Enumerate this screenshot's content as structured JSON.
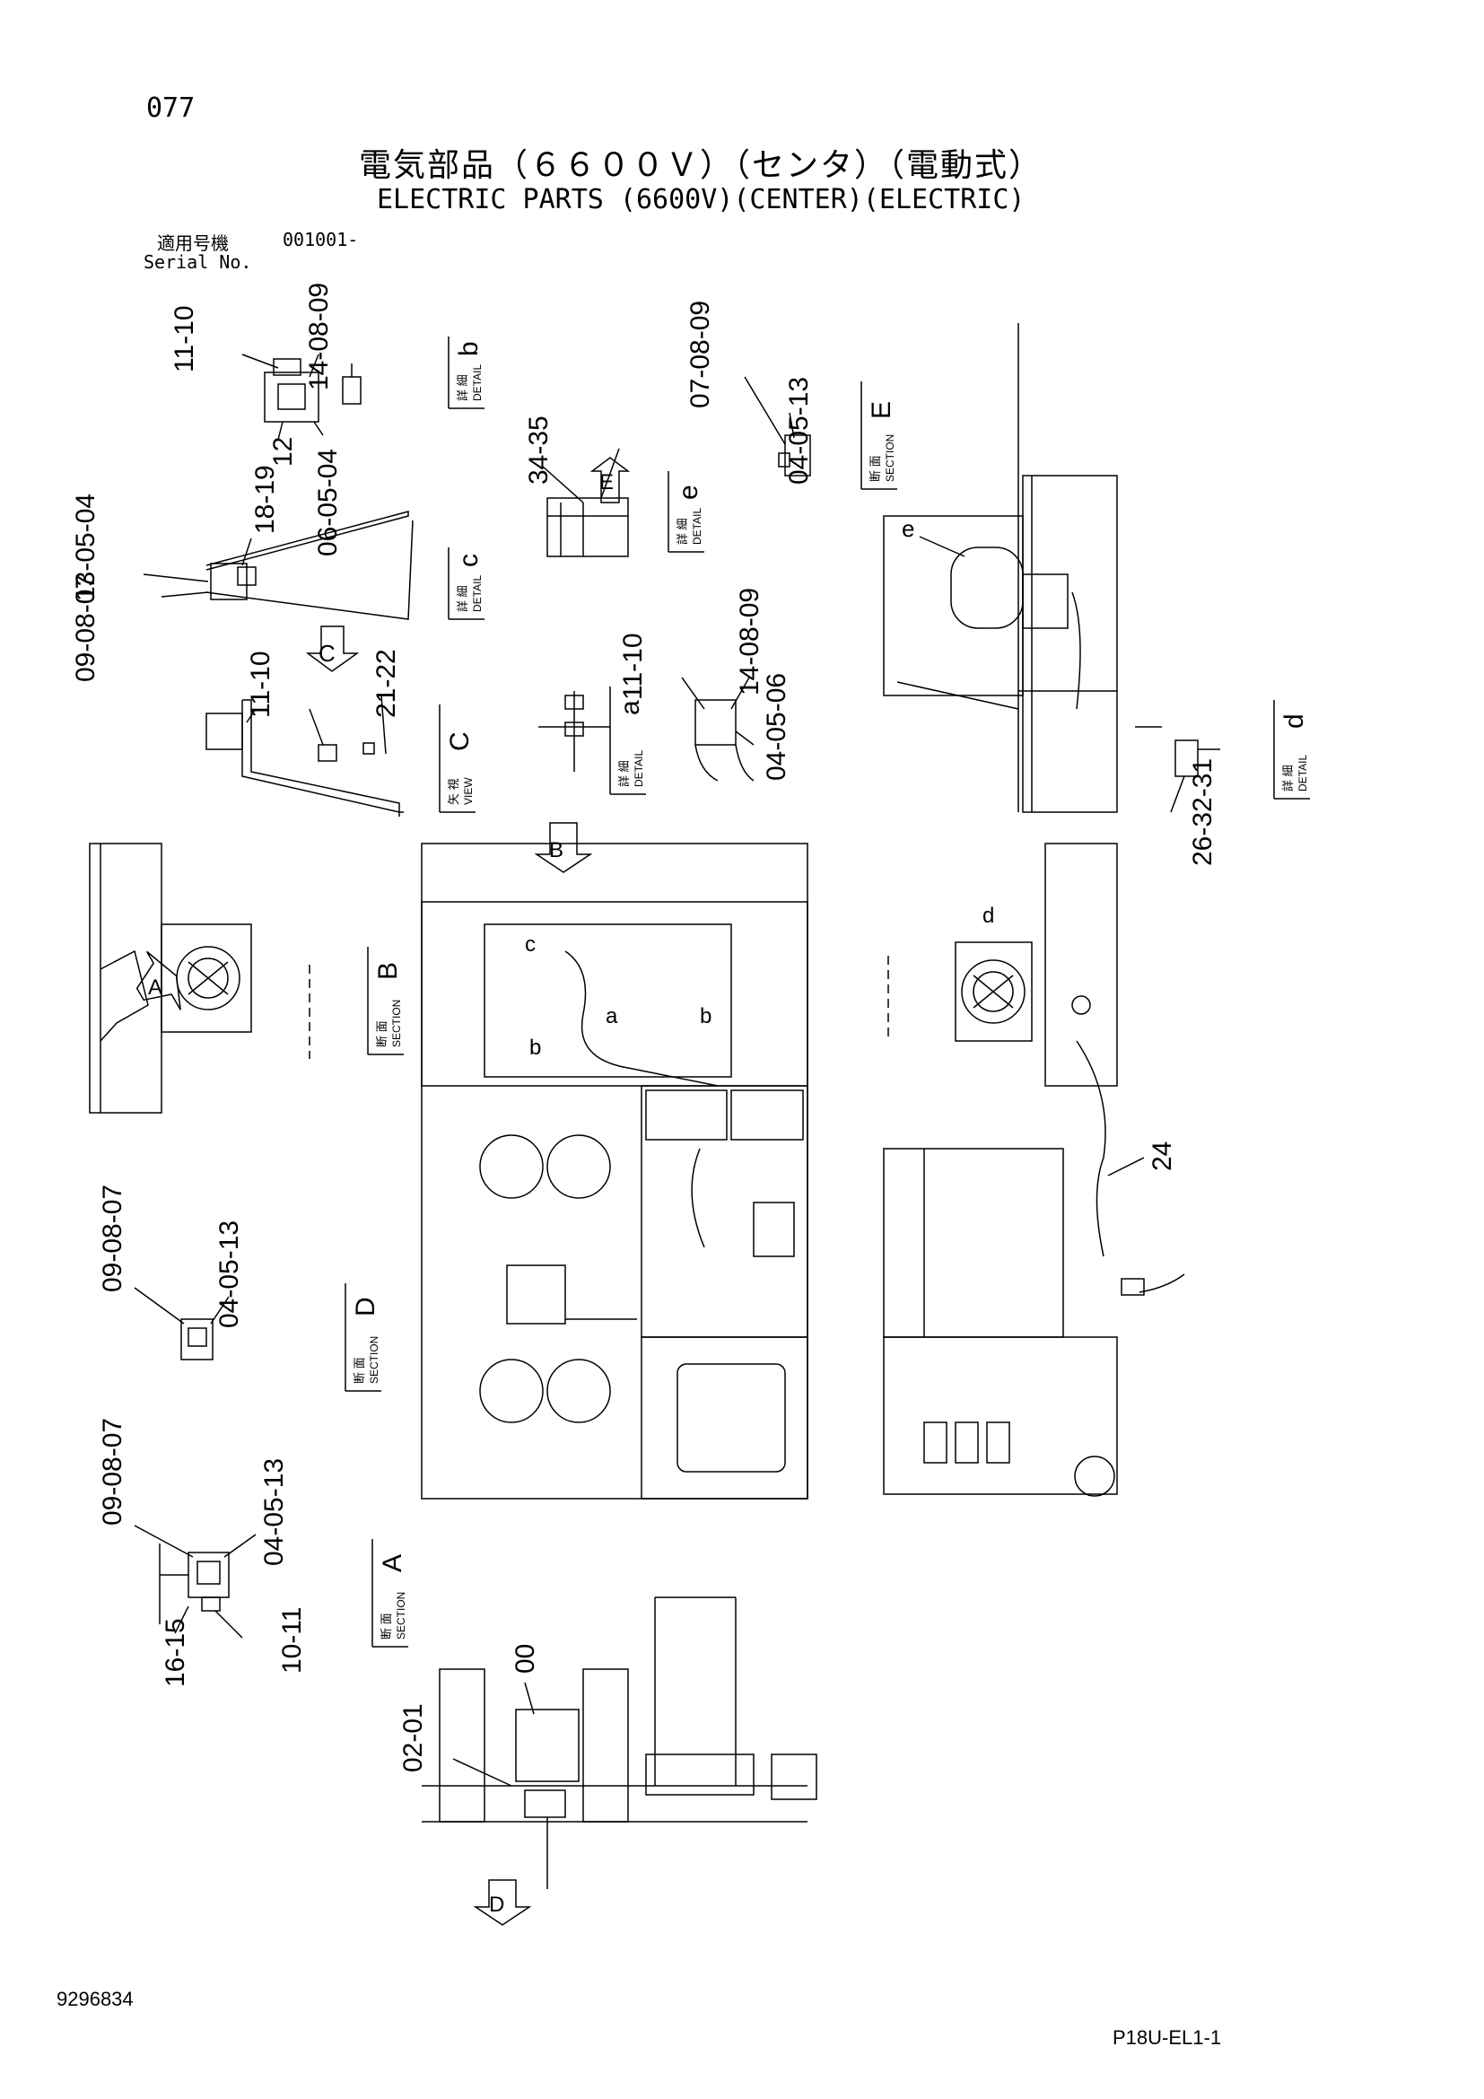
{
  "header": {
    "page_number": "077",
    "title_jp": "電気部品（６６００Ｖ）（センタ）（電動式）",
    "title_en": "ELECTRIC PARTS (6600V)(CENTER)(ELECTRIC)",
    "serial_label_jp": "適用号機",
    "serial_value": "001001-",
    "serial_label_en": "Serial No."
  },
  "footer": {
    "drawing_number": "9296834",
    "sheet_code": "P18U-EL1-1"
  },
  "views": {
    "detail_b": {
      "jp": "詳 細",
      "en": "DETAIL",
      "letter": "b"
    },
    "detail_c": {
      "jp": "詳 細",
      "en": "DETAIL",
      "letter": "c"
    },
    "detail_e": {
      "jp": "詳 細",
      "en": "DETAIL",
      "letter": "e"
    },
    "section_E": {
      "jp": "断 面",
      "en": "SECTION",
      "letter": "E"
    },
    "view_C": {
      "jp": "矢 視",
      "en": "VIEW",
      "letter": "C"
    },
    "detail_a": {
      "jp": "詳 細",
      "en": "DETAIL",
      "letter": "a"
    },
    "detail_d": {
      "jp": "詳 細",
      "en": "DETAIL",
      "letter": "d"
    },
    "section_B": {
      "jp": "断 面",
      "en": "SECTION",
      "letter": "B"
    },
    "section_D": {
      "jp": "断 面",
      "en": "SECTION",
      "letter": "D"
    },
    "section_A": {
      "jp": "断 面",
      "en": "SECTION",
      "letter": "A"
    }
  },
  "callouts": {
    "detail_b": [
      "11-10",
      "14-08-09",
      "12",
      "06-05-04"
    ],
    "detail_c": [
      "13-05-04",
      "18-19",
      "09-08-07"
    ],
    "section_E": [
      "07-08-09",
      "04-05-13"
    ],
    "detail_e": [
      "34-35"
    ],
    "view_C": [
      "11-10",
      "21-22"
    ],
    "detail_a": [
      "11-10",
      "14-08-09",
      "04-05-06"
    ],
    "detail_d": [
      "26-32-31"
    ],
    "section_D": [
      "09-08-07",
      "04-05-13"
    ],
    "section_A": [
      "09-08-07",
      "04-05-13",
      "16-15",
      "10-11"
    ],
    "bottom": [
      "00",
      "02-01"
    ],
    "right_side": [
      "24"
    ]
  },
  "markers": {
    "e": "e",
    "B": "B",
    "C": "C",
    "d": "d",
    "A": "A",
    "c": "c",
    "a": "a",
    "b1": "b",
    "b2": "b",
    "E": "E",
    "D": "D"
  }
}
